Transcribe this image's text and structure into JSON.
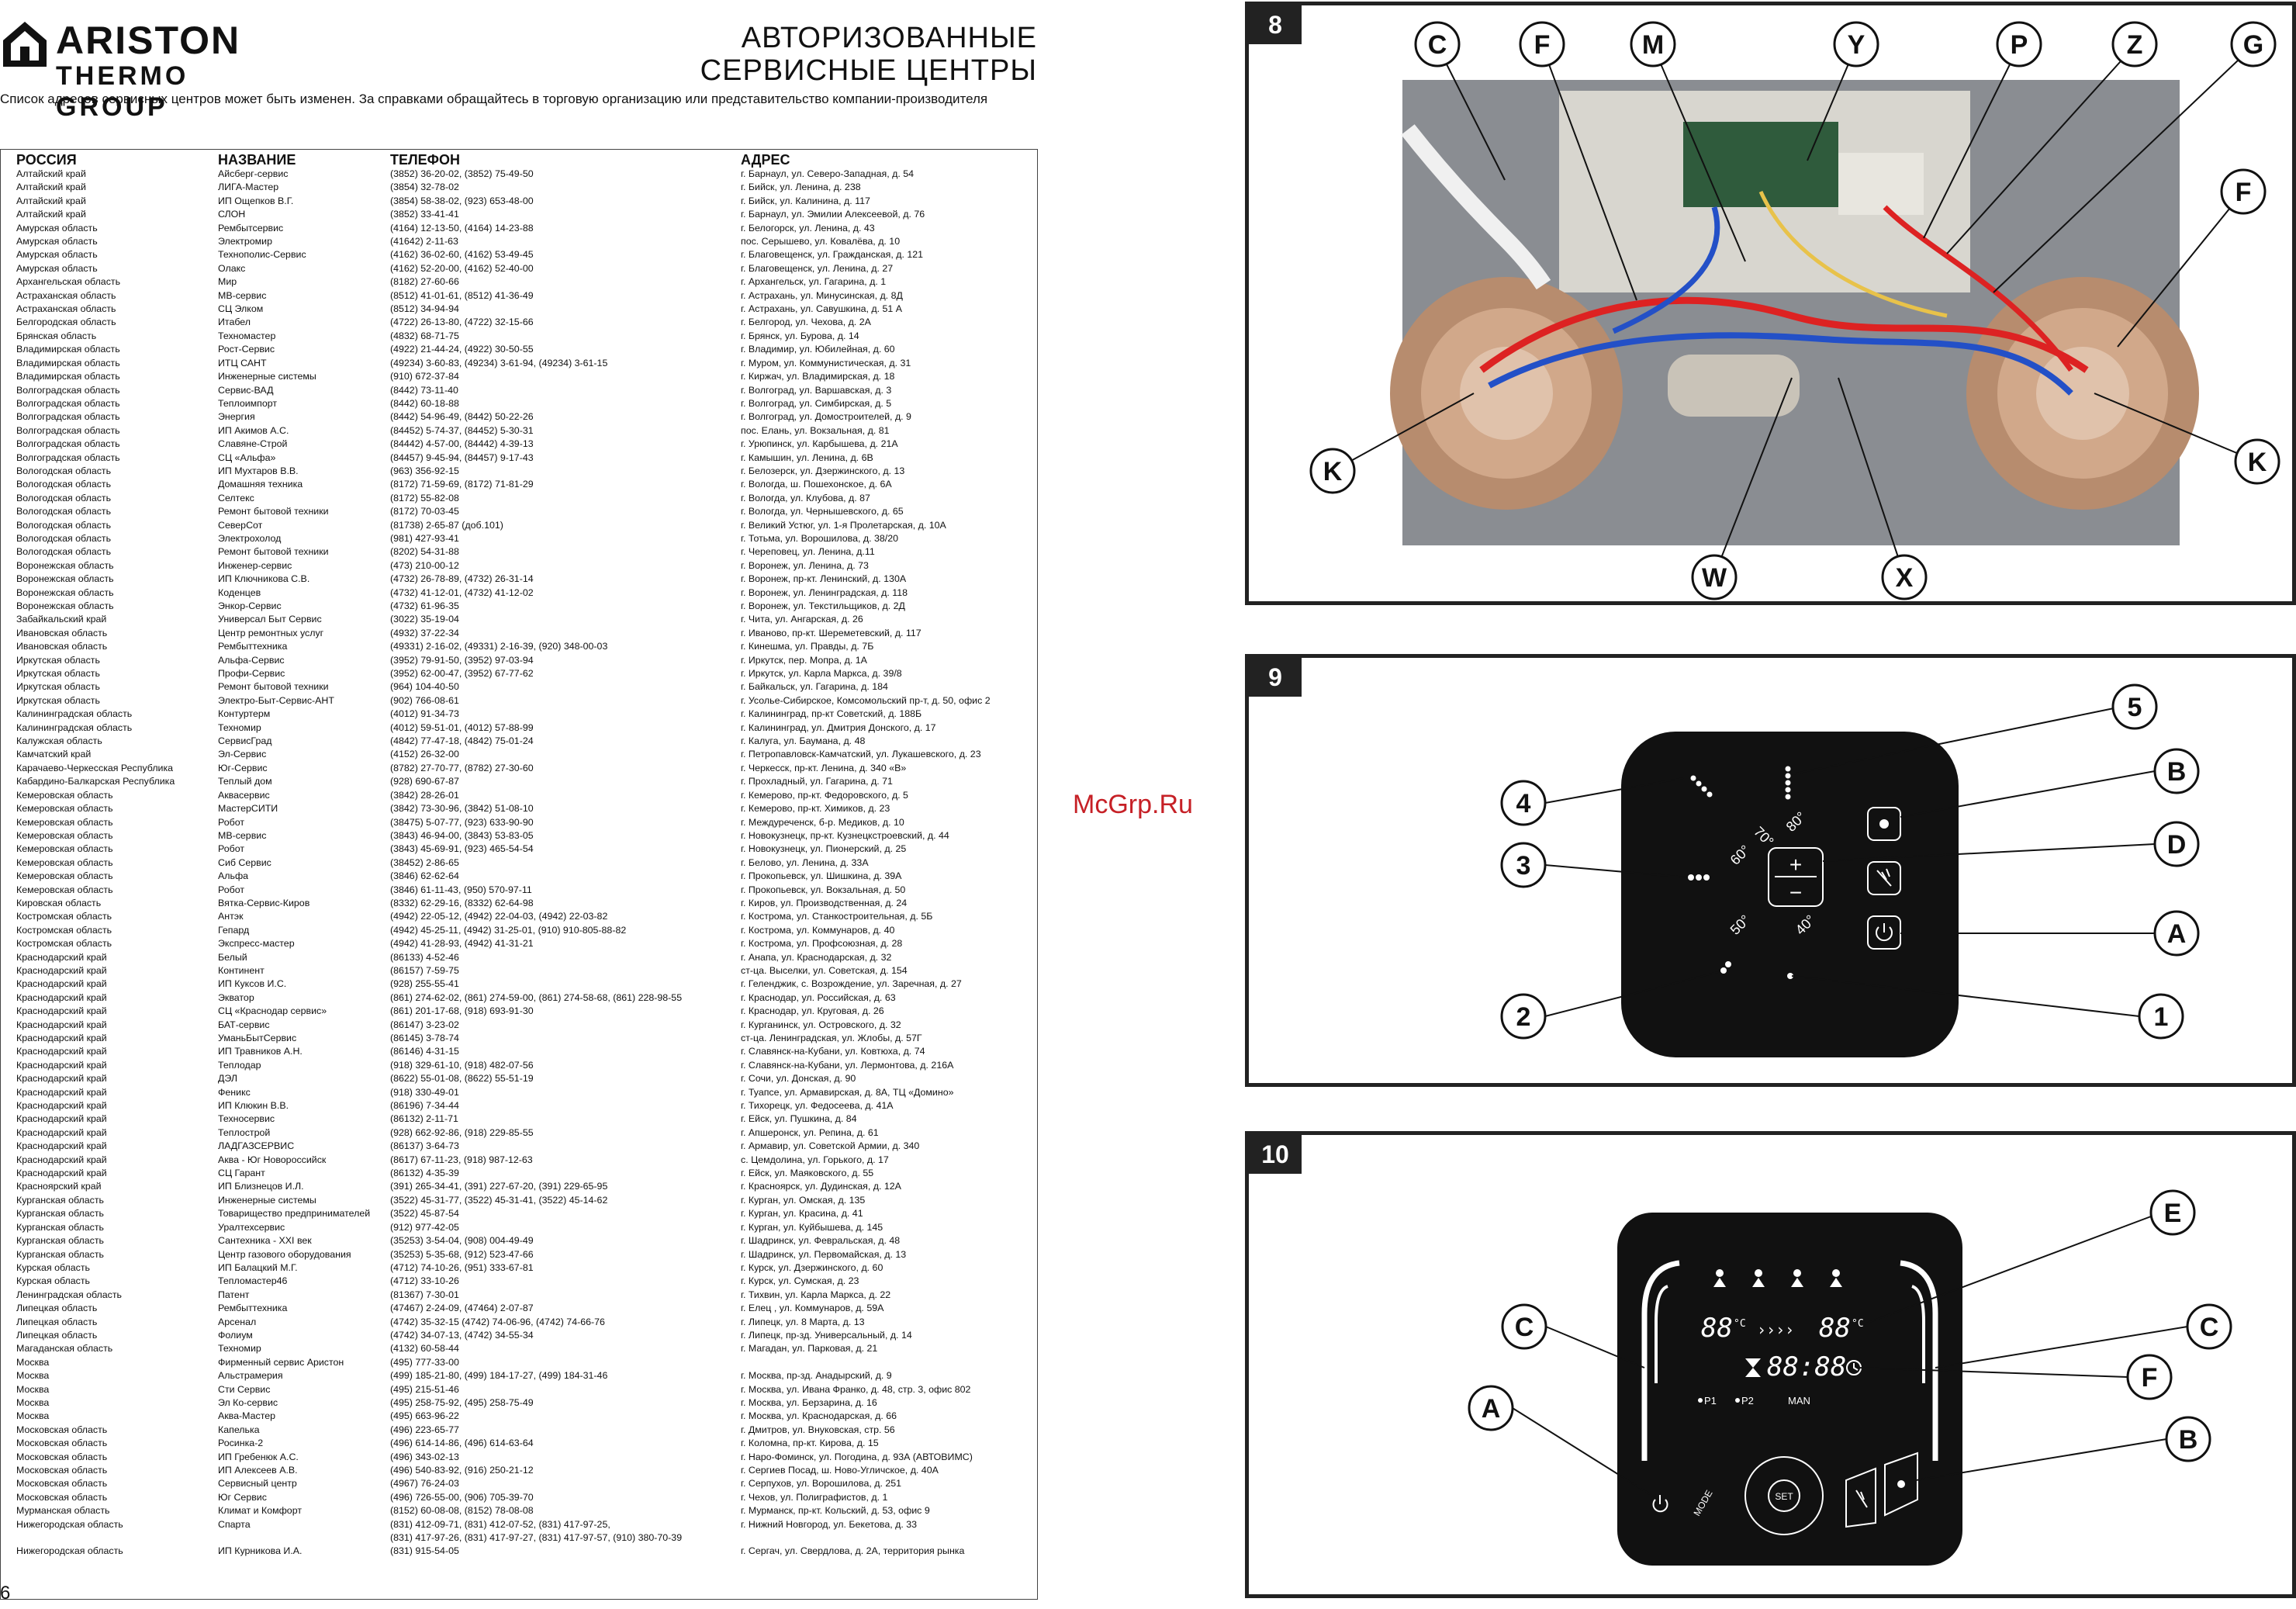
{
  "header": {
    "brand_line1": "ARISTON",
    "brand_line2": "THERMO GROUP",
    "title_line1": "АВТОРИЗОВАННЫЕ",
    "title_line2": "СЕРВИСНЫЕ ЦЕНТРЫ",
    "notice": "Список адресов сервисных центров может быть изменен. За справками обращайтесь в торговую организацию или представительство компании-производителя"
  },
  "table": {
    "headers": [
      "РОССИЯ",
      "НАЗВАНИЕ",
      "ТЕЛЕФОН",
      "АДРЕС"
    ],
    "rows": [
      [
        "Алтайский край",
        "Айсберг-сервис",
        "(3852) 36-20-02, (3852) 75-49-50",
        "г. Барнаул, ул. Северо-Западная, д. 54"
      ],
      [
        "Алтайский край",
        "ЛИГА-Мастер",
        "(3854) 32-78-02",
        "г. Бийск, ул. Ленина, д. 238"
      ],
      [
        "Алтайский край",
        "ИП Ощепков В.Г.",
        "(3854) 58-38-02, (923) 653-48-00",
        "г. Бийск, ул. Калинина, д. 117"
      ],
      [
        "Алтайский край",
        "СЛОН",
        "(3852) 33-41-41",
        "г. Барнаул, ул. Эмилии Алексеевой, д. 76"
      ],
      [
        "Амурская область",
        "Рембытсервис",
        "(4164) 12-13-50, (4164) 14-23-88",
        "г. Белогорск, ул. Ленина, д. 43"
      ],
      [
        "Амурская область",
        "Электромир",
        "(41642) 2-11-63",
        "пос. Серышево, ул. Ковалёва, д. 10"
      ],
      [
        "Амурская область",
        "Технополис-Сервис",
        "(4162) 36-02-60, (4162) 53-49-45",
        "г. Благовещенск, ул. Гражданская, д. 121"
      ],
      [
        "Амурская область",
        "Олакс",
        "(4162) 52-20-00, (4162) 52-40-00",
        "г. Благовещенск, ул. Ленина, д. 27"
      ],
      [
        "Архангельская область",
        "Мир",
        "(8182) 27-60-66",
        "г. Архангельск, ул. Гагарина, д. 1"
      ],
      [
        "Астраханская область",
        "МВ-сервис",
        "(8512) 41-01-61, (8512) 41-36-49",
        "г. Астрахань, ул. Минусинская, д. 8Д"
      ],
      [
        "Астраханская область",
        "СЦ Элком",
        "(8512) 34-94-94",
        "г. Астрахань, ул. Савушкина, д. 51 А"
      ],
      [
        "Белгородская область",
        "Итабел",
        "(4722) 26-13-80, (4722) 32-15-66",
        "г. Белгород, ул. Чехова, д. 2А"
      ],
      [
        "Брянская область",
        "Техномастер",
        "(4832) 68-71-75",
        "г. Брянск, ул. Бурова, д. 14"
      ],
      [
        "Владимирская область",
        "Рост-Сервис",
        "(4922) 21-44-24, (4922) 30-50-55",
        "г. Владимир, ул. Юбилейная, д. 60"
      ],
      [
        "Владимирская область",
        "ИТЦ САНТ",
        "(49234) 3-60-83, (49234) 3-61-94, (49234) 3-61-15",
        "г. Муром, ул. Коммунистическая, д. 31"
      ],
      [
        "Владимирская область",
        "Инженерные системы",
        "(910) 672-37-84",
        "г. Киржач, ул. Владимирская, д. 18"
      ],
      [
        "Волгоградская область",
        "Сервис-ВАД",
        "(8442) 73-11-40",
        "г. Волгоград, ул. Варшавская, д. 3"
      ],
      [
        "Волгоградская область",
        "Теплоимпорт",
        "(8442) 60-18-88",
        "г. Волгоград, ул. Симбирская, д. 5"
      ],
      [
        "Волгоградская область",
        "Энергия",
        "(8442) 54-96-49, (8442) 50-22-26",
        "г. Волгоград, ул. Домостроителей, д. 9"
      ],
      [
        "Волгоградская область",
        "ИП Акимов А.С.",
        "(84452) 5-74-37, (84452) 5-30-31",
        "пос. Елань, ул. Вокзальная, д. 81"
      ],
      [
        "Волгоградская область",
        "Славяне-Строй",
        "(84442) 4-57-00, (84442) 4-39-13",
        "г. Урюпинск, ул. Карбышева, д. 21А"
      ],
      [
        "Волгоградская область",
        "СЦ «Альфа»",
        "(84457) 9-45-94, (84457) 9-17-43",
        "г. Камышин, ул. Ленина, д. 6В"
      ],
      [
        "Вологодская область",
        "ИП Мухтаров В.В.",
        "(963) 356-92-15",
        "г. Белозерск, ул. Дзержинского, д. 13"
      ],
      [
        "Вологодская область",
        "Домашняя техника",
        "(8172) 71-59-69, (8172) 71-81-29",
        "г. Вологда, ш. Пошехонское, д. 6А"
      ],
      [
        "Вологодская область",
        "Селтекс",
        "(8172) 55-82-08",
        "г. Вологда, ул. Клубова, д. 87"
      ],
      [
        "Вологодская область",
        "Ремонт бытовой техники",
        "(8172) 70-03-45",
        "г. Вологда, ул. Чернышевского, д. 65"
      ],
      [
        "Вологодская область",
        "СеверСот",
        "(81738) 2-65-87 (доб.101)",
        "г. Великий Устюг, ул. 1-я Пролетарская, д. 10А"
      ],
      [
        "Вологодская область",
        "Электрохолод",
        "(981) 427-93-41",
        "г. Тотьма, ул. Ворошилова, д. 38/20"
      ],
      [
        "Вологодская область",
        "Ремонт бытовой техники",
        "(8202) 54-31-88",
        "г. Череповец, ул. Ленина, д.11"
      ],
      [
        "Воронежская область",
        "Инженер-сервис",
        "(473) 210-00-12",
        "г. Воронеж, ул. Ленина, д. 73"
      ],
      [
        "Воронежская область",
        "ИП Ключникова С.В.",
        "(4732) 26-78-89, (4732) 26-31-14",
        "г. Воронеж, пр-кт. Ленинский, д. 130А"
      ],
      [
        "Воронежская область",
        "Коденцев",
        "(4732) 41-12-01, (4732) 41-12-02",
        "г. Воронеж, ул. Ленинградская, д. 118"
      ],
      [
        "Воронежская область",
        "Энкор-Сервис",
        "(4732) 61-96-35",
        "г. Воронеж, ул. Текстильщиков, д. 2Д"
      ],
      [
        "Забайкальский край",
        "Универсал Быт Сервис",
        "(3022) 35-19-04",
        "г. Чита, ул. Ангарская, д. 26"
      ],
      [
        "Ивановская область",
        "Центр ремонтных услуг",
        "(4932) 37-22-34",
        "г. Иваново, пр-кт. Шереметевский, д. 117"
      ],
      [
        "Ивановская область",
        "Рембыттехника",
        "(49331) 2-16-02, (49331) 2-16-39, (920) 348-00-03",
        "г. Кинешма, ул. Правды, д. 7Б"
      ],
      [
        "Иркутская область",
        "Альфа-Сервис",
        "(3952) 79-91-50, (3952) 97-03-94",
        "г. Иркутск, пер. Мопра, д. 1А"
      ],
      [
        "Иркутская область",
        "Профи-Сервис",
        "(3952) 62-00-47, (3952) 67-77-62",
        "г. Иркутск, ул. Карла Маркса, д. 39/8"
      ],
      [
        "Иркутская область",
        "Ремонт бытовой техники",
        "(964) 104-40-50",
        "г. Байкальск, ул. Гагарина, д. 184"
      ],
      [
        "Иркутская область",
        "Электро-Быт-Сервис-АНТ",
        "(902) 766-08-61",
        "г. Усолье-Сибирское, Комсомольский пр-т, д. 50, офис 2"
      ],
      [
        "Калининградская область",
        "Контуртерм",
        "(4012) 91-34-73",
        "г. Калининград, пр-кт Советский, д. 188Б"
      ],
      [
        "Калининградская область",
        "Техномир",
        "(4012) 59-51-01, (4012) 57-88-99",
        "г. Калининград, ул. Дмитрия Донского, д. 17"
      ],
      [
        "Калужская область",
        "СервисГрад",
        "(4842) 77-47-18, (4842) 75-01-24",
        "г. Калуга, ул. Баумана, д. 48"
      ],
      [
        "Камчатский край",
        "Эл-Сервис",
        "(4152) 26-32-00",
        "г. Петропавловск-Камчатский, ул. Лукашевского, д. 23"
      ],
      [
        "Карачаево-Черкесская Республика",
        "Юг-Сервис",
        "(8782) 27-70-77, (8782) 27-30-60",
        "г. Черкесск, пр-кт. Ленина, д. 340 «В»"
      ],
      [
        "Кабардино-Балкарская Республика",
        "Теплый дом",
        "(928) 690-67-87",
        "г. Прохладный, ул. Гагарина, д. 71"
      ],
      [
        "Кемеровская область",
        "Аквасервис",
        "(3842) 28-26-01",
        "г. Кемерово, пр-кт. Федоровского, д. 5"
      ],
      [
        "Кемеровская область",
        "МастерСИТИ",
        "(3842) 73-30-96, (3842) 51-08-10",
        "г. Кемерово, пр-кт. Химиков, д. 23"
      ],
      [
        "Кемеровская область",
        "Робот",
        "(38475) 5-07-77, (923) 633-90-90",
        "г. Междуреченск, б-р. Медиков, д. 10"
      ],
      [
        "Кемеровская область",
        "МВ-сервис",
        "(3843) 46-94-00, (3843) 53-83-05",
        "г. Новокузнецк, пр-кт. Кузнецкстроевский, д. 44"
      ],
      [
        "Кемеровская область",
        "Робот",
        "(3843) 45-69-91, (923) 465-54-54",
        "г. Новокузнецк, ул. Пионерский, д. 25"
      ],
      [
        "Кемеровская область",
        "Сиб Сервис",
        "(38452) 2-86-65",
        "г. Белово, ул. Ленина, д. 33А"
      ],
      [
        "Кемеровская область",
        "Альфа",
        "(3846) 62-62-64",
        "г. Прокопьевск, ул. Шишкина, д. 39А"
      ],
      [
        "Кемеровская область",
        "Робот",
        "(3846) 61-11-43, (950) 570-97-11",
        "г. Прокопьевск, ул. Вокзальная, д. 50"
      ],
      [
        "Кировская область",
        "Вятка-Сервис-Киров",
        "(8332) 62-29-16, (8332) 62-64-98",
        "г. Киров, ул. Производственная, д. 24"
      ],
      [
        "Костромская область",
        "Антэк",
        "(4942) 22-05-12, (4942) 22-04-03, (4942) 22-03-82",
        "г. Кострома, ул. Станкостроительная, д. 5Б"
      ],
      [
        "Костромская область",
        "Гепард",
        "(4942) 45-25-11, (4942) 31-25-01, (910) 910-805-88-82",
        "г. Кострома, ул. Коммунаров, д. 40"
      ],
      [
        "Костромская область",
        "Экспресс-мастер",
        "(4942) 41-28-93, (4942) 41-31-21",
        "г. Кострома, ул. Профсоюзная, д. 28"
      ],
      [
        "Краснодарский край",
        "Белый",
        "(86133) 4-52-46",
        "г. Анапа, ул. Краснодарская, д. 32"
      ],
      [
        "Краснодарский край",
        "Континент",
        "(86157) 7-59-75",
        "ст-ца. Выселки, ул. Советская, д. 154"
      ],
      [
        "Краснодарский край",
        "ИП Куксов И.С.",
        "(928) 255-55-41",
        "г. Геленджик, с. Возрождение, ул. Заречная, д. 27"
      ],
      [
        "Краснодарский край",
        "Экватор",
        "(861) 274-62-02, (861) 274-59-00, (861) 274-58-68, (861) 228-98-55",
        "г. Краснодар, ул. Российская, д. 63"
      ],
      [
        "Краснодарский край",
        "СЦ «Краснодар сервис»",
        "(861) 201-17-68, (918) 693-91-30",
        "г. Краснодар, ул. Круговая, д. 26"
      ],
      [
        "Краснодарский край",
        "БАТ-сервис",
        "(86147) 3-23-02",
        "г. Курганинск, ул. Островского, д. 32"
      ],
      [
        "Краснодарский край",
        "УманьБытСервис",
        "(86145) 3-78-74",
        "ст-ца. Ленинградская, ул. Жлобы, д. 57Г"
      ],
      [
        "Краснодарский край",
        "ИП Травников А.Н.",
        "(86146) 4-31-15",
        "г. Славянск-на-Кубани, ул. Ковтюха, д. 74"
      ],
      [
        "Краснодарский край",
        "Теплодар",
        "(918) 329-61-10, (918) 482-07-56",
        "г. Славянск-на-Кубани, ул. Лермонтова, д. 216А"
      ],
      [
        "Краснодарский край",
        "ДЭЛ",
        "(8622) 55-01-08, (8622) 55-51-19",
        "г. Сочи, ул. Донская, д. 90"
      ],
      [
        "Краснодарский край",
        "Феникс",
        "(918) 330-49-01",
        "г. Туапсе, ул. Армавирская, д. 8А, ТЦ «Домино»"
      ],
      [
        "Краснодарский край",
        "ИП Клюкин В.В.",
        "(86196) 7-34-44",
        "г. Тихорецк, ул. Федосеева, д. 41А"
      ],
      [
        "Краснодарский край",
        "Техносервис",
        "(86132) 2-11-71",
        "г. Ейск, ул. Пушкина, д. 84"
      ],
      [
        "Краснодарский край",
        "Теплострой",
        "(928) 662-92-86, (918) 229-85-55",
        "г. Апшеронск, ул. Репина, д. 61"
      ],
      [
        "Краснодарский край",
        "ЛАДГАЗСЕРВИС",
        "(86137) 3-64-73",
        "г. Армавир, ул. Советской Армии, д. 340"
      ],
      [
        "Краснодарский край",
        "Аква - Юг Новороссийск",
        "(8617) 67-11-23, (918) 987-12-63",
        "с. Цемдолина, ул. Горького, д. 17"
      ],
      [
        "Краснодарский край",
        "СЦ Гарант",
        "(86132) 4-35-39",
        "г. Ейск, ул. Маяковского, д. 55"
      ],
      [
        "Красноярский край",
        "ИП Близнецов И.Л.",
        "(391) 265-34-41, (391) 227-67-20, (391) 229-65-95",
        "г. Красноярск, ул. Дудинская, д. 12А"
      ],
      [
        "Курганская область",
        "Инженерные системы",
        "(3522) 45-31-77, (3522) 45-31-41, (3522) 45-14-62",
        "г. Курган, ул. Омская, д. 135"
      ],
      [
        "Курганская область",
        "Товарищество предпринимателей",
        "(3522) 45-87-54",
        "г. Курган, ул. Красина, д. 41"
      ],
      [
        "Курганская область",
        "Уралтехсервис",
        "(912) 977-42-05",
        "г. Курган, ул. Куйбышева, д. 145"
      ],
      [
        "Курганская область",
        "Сантехника - XXI век",
        "(35253) 3-54-04, (908) 004-49-49",
        "г. Шадринск, ул. Февральская, д. 48"
      ],
      [
        "Курганская область",
        "Центр газового оборудования",
        "(35253) 5-35-68, (912) 523-47-66",
        "г. Шадринск, ул. Первомайская, д. 13"
      ],
      [
        "Курская область",
        "ИП Балацкий М.Г.",
        "(4712) 74-10-26, (951) 333-67-81",
        "г. Курск, ул. Дзержинского, д. 60"
      ],
      [
        "Курская область",
        "Тепломастер46",
        "(4712) 33-10-26",
        "г. Курск, ул. Сумская, д. 23"
      ],
      [
        "Ленинградская область",
        "Патент",
        "(81367) 7-30-01",
        "г. Тихвин, ул. Карла Маркса, д. 22"
      ],
      [
        "Липецкая область",
        "Рембыттехника",
        "(47467) 2-24-09, (47464) 2-07-87",
        "г. Елец , ул. Коммунаров, д. 59А"
      ],
      [
        "Липецкая область",
        "Арсенал",
        "(4742) 35-32-15 (4742) 74-06-96, (4742) 74-66-76",
        "г. Липецк, ул. 8 Марта, д. 13"
      ],
      [
        "Липецкая область",
        "Фолиум",
        "(4742) 34-07-13, (4742) 34-55-34",
        "г. Липецк, пр-зд. Универсальный, д. 14"
      ],
      [
        "Магаданская область",
        "Техномир",
        "(4132) 60-58-44",
        "г. Магадан, ул. Парковая, д. 21"
      ],
      [
        "Москва",
        "Фирменный сервис Аристон",
        "(495) 777-33-00",
        ""
      ],
      [
        "Москва",
        "Альстрамерия",
        "(499) 185-21-80, (499) 184-17-27, (499) 184-31-46",
        "г. Москва, пр-зд. Анадырский, д. 9"
      ],
      [
        "Москва",
        "Сти Сервис",
        "(495) 215-51-46",
        "г. Москва, ул. Ивана Франко, д. 48, стр. 3, офис 802"
      ],
      [
        "Москва",
        "Эл Ко-сервис",
        "(495) 258-75-92, (495) 258-75-49",
        "г. Москва, ул. Берзарина, д. 16"
      ],
      [
        "Москва",
        "Аква-Мастер",
        "(495) 663-96-22",
        "г. Москва, ул. Краснодарская, д. 66"
      ],
      [
        "Московская область",
        "Капелька",
        "(496) 223-65-77",
        "г. Дмитров, ул. Внуковская, стр. 56"
      ],
      [
        "Московская область",
        "Росинка-2",
        "(496) 614-14-86, (496) 614-63-64",
        "г. Коломна, пр-кт. Кирова, д. 15"
      ],
      [
        "Московская область",
        "ИП Гребенюк А.С.",
        "(496) 343-02-13",
        "г. Наро-Фоминск, ул. Погодина, д. 93А (АВТОВИМС)"
      ],
      [
        "Московская область",
        "ИП Алексеев А.В.",
        "(496) 540-83-92, (916) 250-21-12",
        "г. Сергиев Посад, ш. Ново-Угличское, д. 40А"
      ],
      [
        "Московская область",
        "Сервисный центр",
        "(4967) 76-24-03",
        "г. Серпухов, ул. Ворошилова, д. 251"
      ],
      [
        "Московская область",
        "Юг Сервис",
        "(496) 726-55-00, (906) 705-39-70",
        "г. Чехов, ул. Полиграфистов, д. 1"
      ],
      [
        "Мурманская область",
        "Климат и Комфорт",
        "(8152) 60-08-08, (8152) 78-08-08",
        "г. Мурманск, пр-кт. Кольский, д. 53, офис 9"
      ],
      [
        "Нижегородская область",
        "Спарта",
        "(831) 412-09-71, (831) 412-07-52, (831) 417-97-25,",
        "г. Нижний Новгород, ул. Бекетова, д. 33"
      ],
      [
        "",
        "",
        "(831) 417-97-26, (831) 417-97-27, (831) 417-97-57, (910) 380-70-39",
        ""
      ],
      [
        "Нижегородская область",
        "ИП Курникова И.А.",
        "(831) 915-54-05",
        "г. Сергач, ул. Свердлова, д. 2А, территория рынка"
      ]
    ]
  },
  "page_number": "6",
  "watermark": "McGrp.Ru",
  "fig8": {
    "number": "8",
    "labels": {
      "c": "C",
      "f1": "F",
      "m": "M",
      "y": "Y",
      "p": "P",
      "z": "Z",
      "g": "G",
      "f2": "F",
      "k1": "K",
      "k2": "K",
      "w": "W",
      "x": "X"
    }
  },
  "fig9": {
    "number": "9",
    "labels": {
      "n1": "1",
      "n2": "2",
      "n3": "3",
      "n4": "4",
      "n5": "5",
      "a": "A",
      "b": "B",
      "d": "D"
    },
    "temps": {
      "t40": "40°",
      "t50": "50°",
      "t60": "60°",
      "t70": "70°",
      "t80": "80°"
    },
    "plus": "+",
    "minus": "−"
  },
  "fig10": {
    "number": "10",
    "labels": {
      "a": "A",
      "b": "B",
      "c1": "C",
      "c2": "C",
      "e": "E",
      "f": "F"
    },
    "display": {
      "temp1": "88",
      "temp2": "88",
      "unit": "°C",
      "time": "88:88",
      "p1": "P1",
      "p2": "P2",
      "man": "MAN",
      "mode": "MODE",
      "set": "SET"
    }
  }
}
